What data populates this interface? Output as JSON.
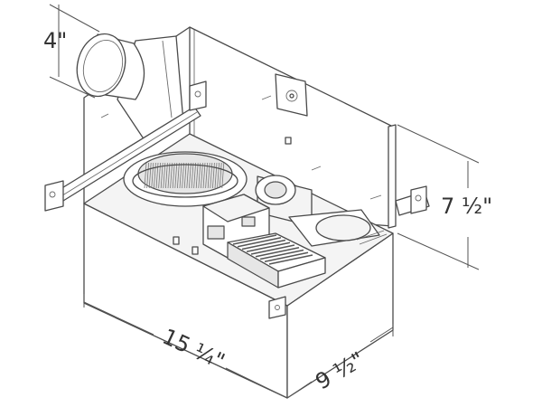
{
  "dimensions": {
    "duct_diameter": "4\"",
    "height": "7 ½\"",
    "length": "15 ¼\"",
    "width": "9 ½\""
  },
  "colors": {
    "line": "#4a4a4a",
    "text": "#333333",
    "background": "#ffffff"
  }
}
